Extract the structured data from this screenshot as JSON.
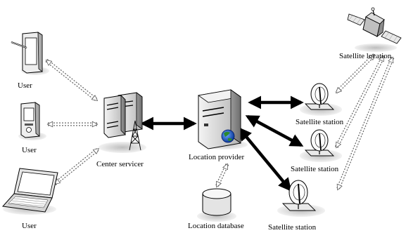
{
  "nodes": {
    "user_phone": {
      "label": "User",
      "icon": "pda-stylus-icon"
    },
    "user_pda": {
      "label": "User",
      "icon": "pda-icon"
    },
    "user_laptop": {
      "label": "User",
      "icon": "laptop-icon"
    },
    "center_servicer": {
      "label": "Center servicer",
      "icon": "server-rack-icon"
    },
    "location_provider": {
      "label": "Location provider",
      "icon": "server-globe-icon"
    },
    "location_database": {
      "label": "Location database",
      "icon": "database-icon"
    },
    "satellite_station_1": {
      "label": "Satellite station",
      "icon": "satellite-dish-icon"
    },
    "satellite_station_2": {
      "label": "Satellite station",
      "icon": "satellite-dish-icon"
    },
    "satellite_station_3": {
      "label": "Satellite station",
      "icon": "satellite-dish-icon"
    },
    "satellite_location": {
      "label": "Satellite location",
      "icon": "satellite-icon"
    }
  },
  "links": [
    {
      "from": "user_phone",
      "to": "center_servicer",
      "style": "dotted-hollow-double"
    },
    {
      "from": "user_pda",
      "to": "center_servicer",
      "style": "dotted-hollow-double"
    },
    {
      "from": "user_laptop",
      "to": "center_servicer",
      "style": "dotted-hollow-double"
    },
    {
      "from": "center_servicer",
      "to": "location_provider",
      "style": "solid-bold-double"
    },
    {
      "from": "location_provider",
      "to": "satellite_station_1",
      "style": "solid-bold-double"
    },
    {
      "from": "location_provider",
      "to": "satellite_station_2",
      "style": "solid-bold-double"
    },
    {
      "from": "location_provider",
      "to": "satellite_station_3",
      "style": "solid-bold-double"
    },
    {
      "from": "location_provider",
      "to": "location_database",
      "style": "dotted-hollow-double"
    },
    {
      "from": "satellite_location",
      "to": "satellite_station_1",
      "style": "dotted-hollow-double"
    },
    {
      "from": "satellite_location",
      "to": "satellite_station_2",
      "style": "dotted-hollow-double"
    },
    {
      "from": "satellite_location",
      "to": "satellite_station_3",
      "style": "dotted-hollow-double"
    }
  ],
  "colors": {
    "ink": "#000000",
    "device_gray": "#c8c8c8",
    "shadow_gray": "#e0e0e0"
  }
}
